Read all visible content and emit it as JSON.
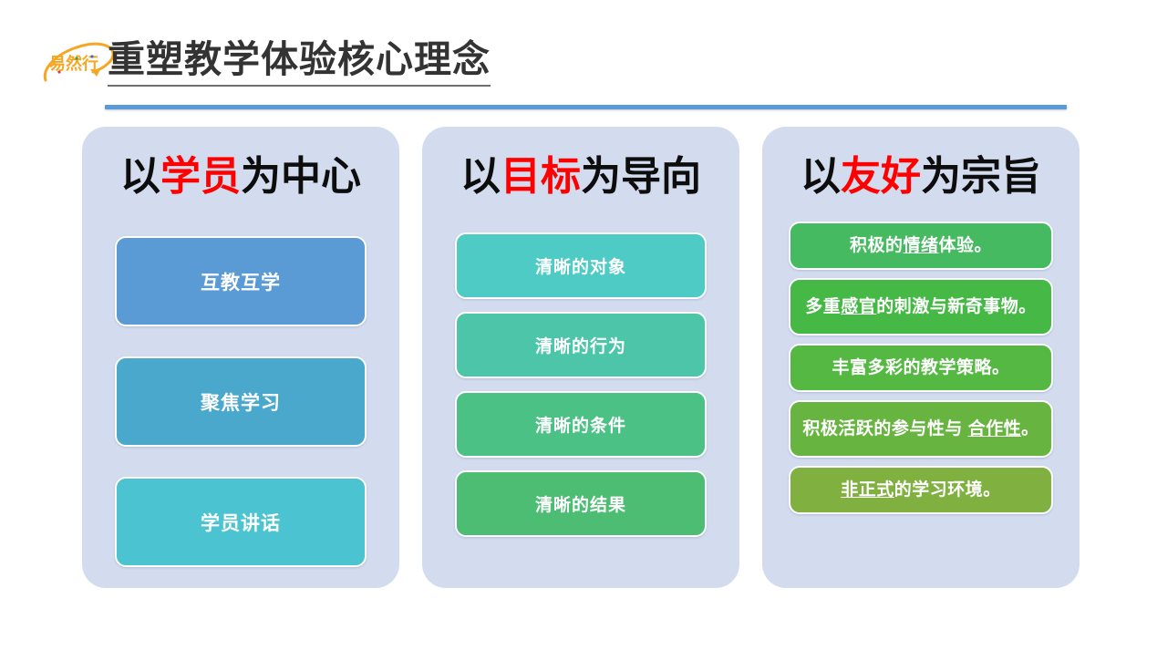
{
  "header": {
    "logo_text": "易然行",
    "logo_name": "yiranxing-logo",
    "title": "重塑教学体验核心理念",
    "rule_color": "#5b9bd5"
  },
  "theme": {
    "panel_bg": "#d3dcee",
    "page_bg": "#ffffff",
    "highlight_color": "#ff0000",
    "title_color": "#333333"
  },
  "columns": [
    {
      "heading_prefix": "以",
      "heading_highlight": "学员",
      "heading_suffix": "为中心",
      "heading_full": "以学员为中心",
      "cards": [
        {
          "text": "互教互学",
          "color": "#5b9bd5",
          "lines": 1
        },
        {
          "text": "聚焦学习",
          "color": "#4aa8cc",
          "lines": 1
        },
        {
          "text": "学员讲话",
          "color": "#4cc3d0",
          "lines": 1
        }
      ]
    },
    {
      "heading_prefix": "以",
      "heading_highlight": "目标",
      "heading_suffix": "为导向",
      "heading_full": "以目标为导向",
      "cards": [
        {
          "text": "清晰的对象",
          "color": "#4ecbc4",
          "lines": 1
        },
        {
          "text": "清晰的行为",
          "color": "#4cc5a8",
          "lines": 1
        },
        {
          "text": "清晰的条件",
          "color": "#4cc185",
          "lines": 1
        },
        {
          "text": "清晰的结果",
          "color": "#4cbd72",
          "lines": 1
        }
      ]
    },
    {
      "heading_prefix": "以",
      "heading_highlight": "友好",
      "heading_suffix": "为宗旨",
      "heading_full": "以友好为宗旨",
      "cards": [
        {
          "text": "积极的情绪体验。",
          "pre": "积极的",
          "underline": "情绪",
          "post": "体验。",
          "color": "#45ba60",
          "lines": 1
        },
        {
          "text": "多重感官的刺激与新奇事物。",
          "pre": "多重",
          "underline": "感官",
          "post": "的刺激与新奇事物。",
          "color": "#46b845",
          "lines": 2
        },
        {
          "text": "丰富多彩的教学策略。",
          "pre": "丰富多彩的教学策略。",
          "underline": "",
          "post": "",
          "color": "#54b842",
          "lines": 1
        },
        {
          "text": "积极活跃的参与性与 合作性。",
          "pre": "积极活跃的参与性与 ",
          "underline": "合作性",
          "post": "。",
          "color": "#68b440",
          "lines": 2
        },
        {
          "text": "非正式的学习环境。",
          "pre": "",
          "underline": "非正式",
          "post": "的学习环境。",
          "color": "#7fb040",
          "lines": 1
        }
      ]
    }
  ]
}
